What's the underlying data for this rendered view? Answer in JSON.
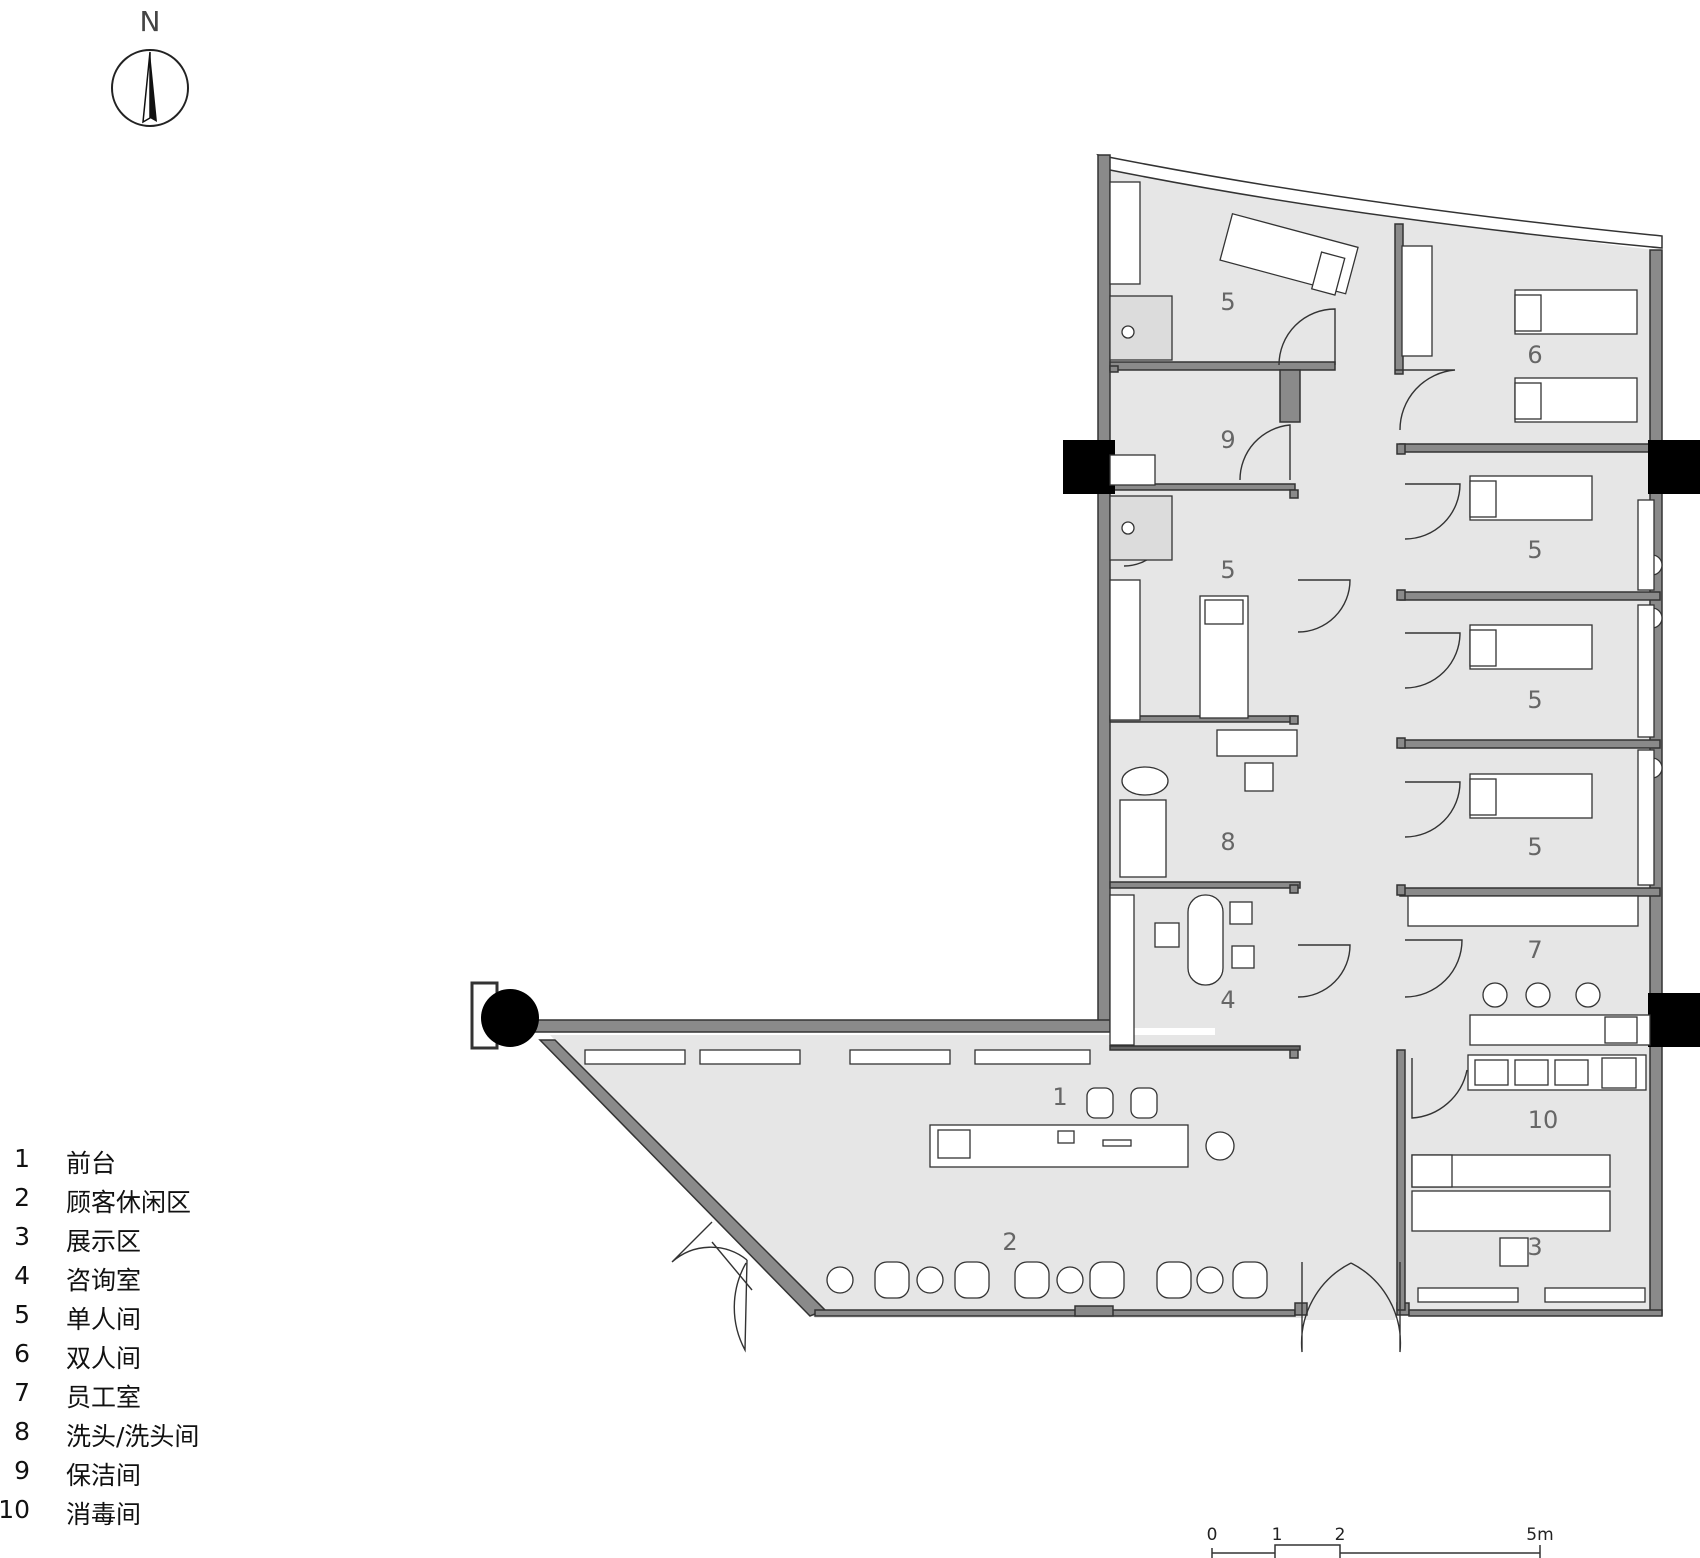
{
  "compass": {
    "label": "N"
  },
  "room_labels": [
    {
      "id": "r5a",
      "text": "5"
    },
    {
      "id": "r6",
      "text": "6"
    },
    {
      "id": "r9",
      "text": "9"
    },
    {
      "id": "r5b",
      "text": "5"
    },
    {
      "id": "r5c",
      "text": "5"
    },
    {
      "id": "r5d",
      "text": "5"
    },
    {
      "id": "r5e",
      "text": "5"
    },
    {
      "id": "r8",
      "text": "8"
    },
    {
      "id": "r7",
      "text": "7"
    },
    {
      "id": "r4",
      "text": "4"
    },
    {
      "id": "r1",
      "text": "1"
    },
    {
      "id": "r10",
      "text": "10"
    },
    {
      "id": "r2",
      "text": "2"
    },
    {
      "id": "r3",
      "text": "3"
    }
  ],
  "legend": [
    {
      "num": "1",
      "label": "前台"
    },
    {
      "num": "2",
      "label": "顾客休闲区"
    },
    {
      "num": "3",
      "label": "展示区"
    },
    {
      "num": "4",
      "label": "咨询室"
    },
    {
      "num": "5",
      "label": "单人间"
    },
    {
      "num": "6",
      "label": "双人间"
    },
    {
      "num": "7",
      "label": "员工室"
    },
    {
      "num": "8",
      "label": "洗头/洗头间"
    },
    {
      "num": "9",
      "label": "保洁间"
    },
    {
      "num": "10",
      "label": "消毒间"
    }
  ],
  "scale_bar": {
    "labels": [
      "0",
      "1",
      "2",
      "5m"
    ]
  },
  "colors": {
    "floor": "#e6e6e6",
    "wall": "#8a8a8a",
    "wall_edge": "#333333",
    "column": "#000000"
  }
}
